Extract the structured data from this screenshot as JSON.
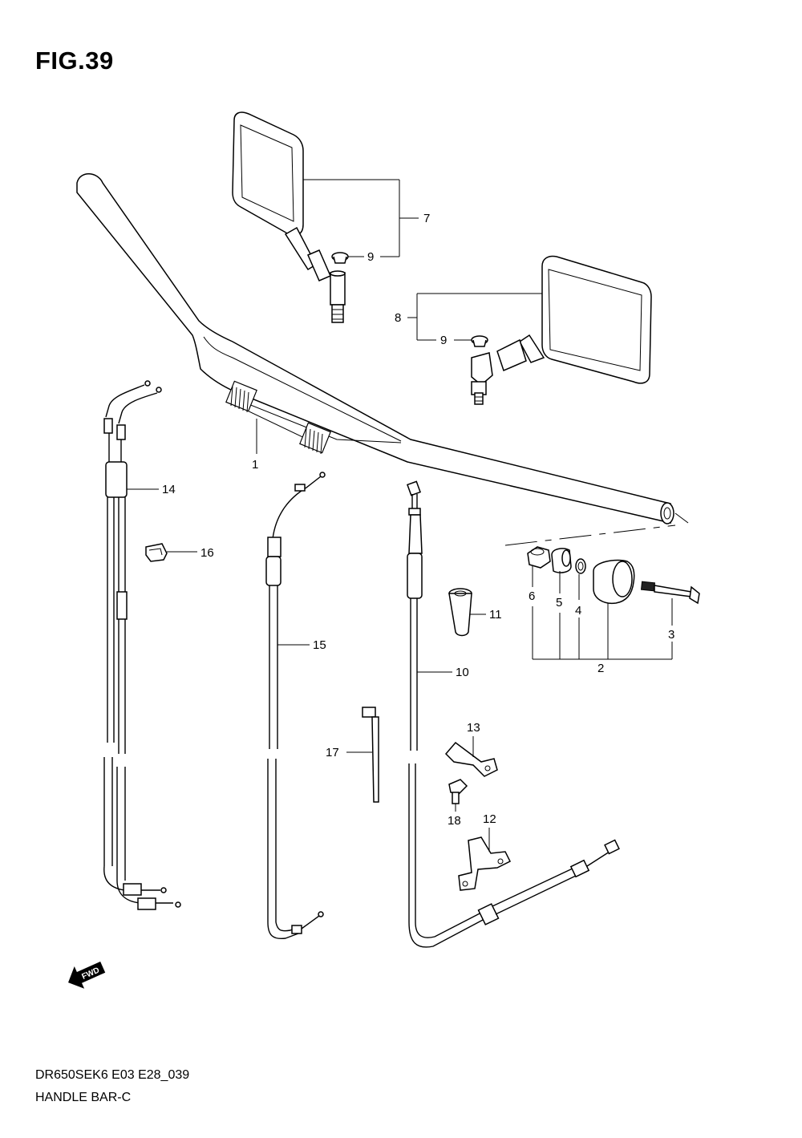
{
  "figure": {
    "title": "FIG.39",
    "model_code": "DR650SEK6 E03 E28_039",
    "caption": "HANDLE BAR-C"
  },
  "callouts": {
    "handlebar": "1",
    "balancer_set": "2",
    "balancer_screw": "3",
    "balancer_spacer_small": "4",
    "balancer_spacer": "5",
    "balancer_nut": "6",
    "mirror_left": "7",
    "mirror_right": "8",
    "mirror_cap_left": "9",
    "mirror_cap_right": "9",
    "clutch_cable": "10",
    "cable_boot": "11",
    "bracket_lower": "12",
    "bracket_upper": "13",
    "throttle_cable": "14",
    "choke_cable": "15",
    "cable_clamp": "16",
    "tie_strap": "17",
    "bolt": "18"
  },
  "fwd_label": "FWD",
  "colors": {
    "line": "#000000",
    "background": "#ffffff"
  }
}
